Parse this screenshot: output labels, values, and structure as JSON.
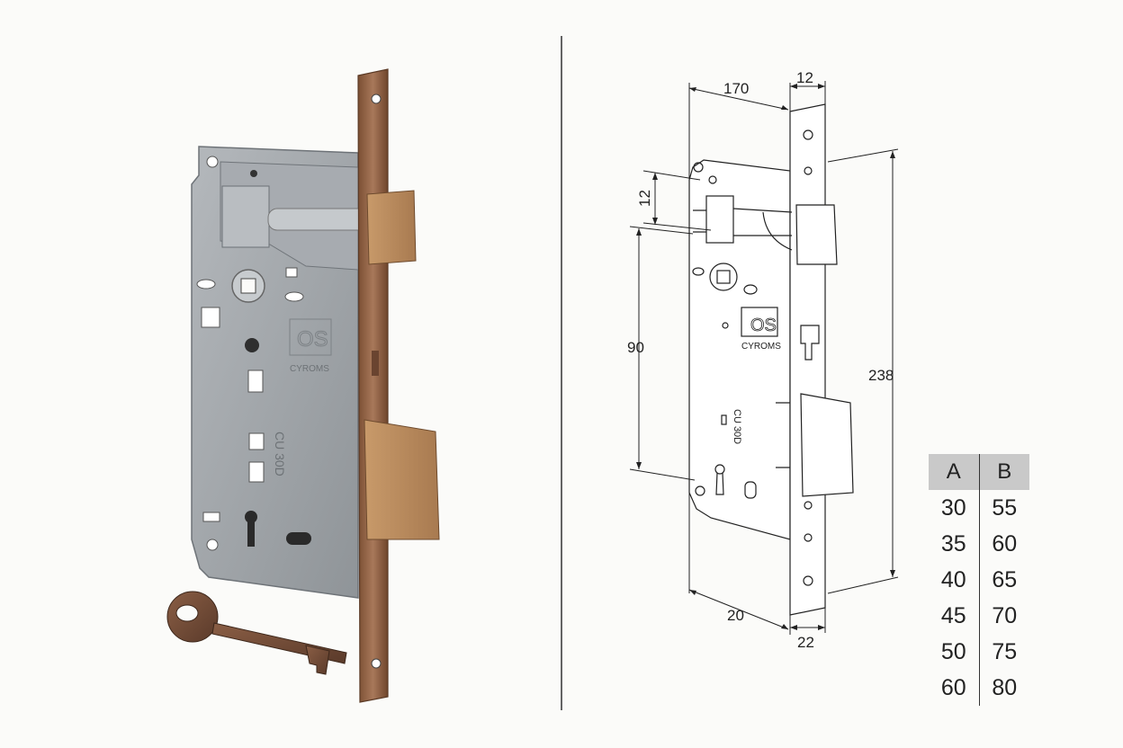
{
  "product": {
    "logo_text": "OS",
    "brand_text": "CYROMS",
    "model_text": "CU 30D"
  },
  "drawing": {
    "labels": {
      "width_170": "170",
      "faceplate_12": "12",
      "latch_offset_12": "12",
      "spacing_90": "90",
      "height_238": "238",
      "backset_20": "20",
      "faceplate_22": "22"
    }
  },
  "size_table": {
    "headers": [
      "A",
      "B"
    ],
    "rows": [
      [
        "30",
        "55"
      ],
      [
        "35",
        "60"
      ],
      [
        "40",
        "65"
      ],
      [
        "45",
        "70"
      ],
      [
        "50",
        "75"
      ],
      [
        "60",
        "80"
      ]
    ]
  },
  "colors": {
    "lock_body": "#9ea3a8",
    "bronze": "#9a6a48",
    "table_header": "#c9c9c9",
    "line": "#222222"
  }
}
